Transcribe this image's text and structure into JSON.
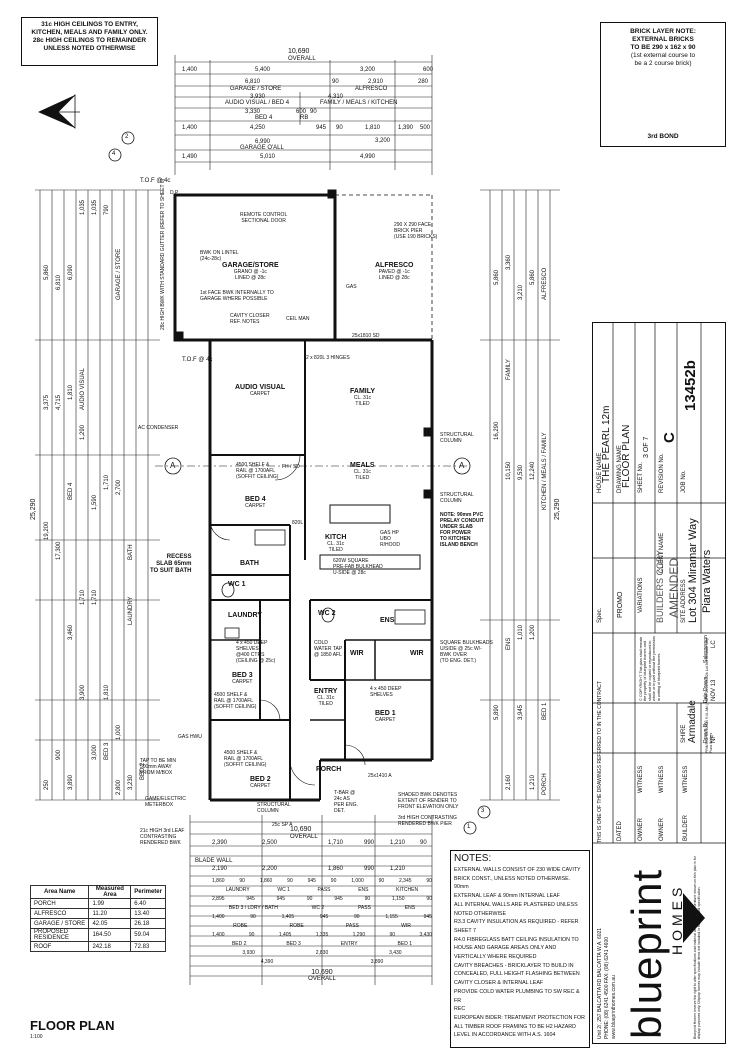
{
  "ceiling_note": [
    "31c HIGH CEILINGS TO ENTRY,",
    "KITCHEN, MEALS AND FAMILY ONLY.",
    "28c HIGH CEILINGS TO REMAINDER",
    "UNLESS NOTED OTHERWISE"
  ],
  "brick_note": {
    "lines": [
      "BRICK LAYER NOTE:",
      "EXTERNAL BRICKS",
      "TO BE 290 x 162 x 90",
      "(1st external course to",
      "be a 2 course brick)"
    ],
    "bond": "3rd BOND"
  },
  "top_dims": {
    "overall": "10,690",
    "overall_label": "OVERALL",
    "row1": [
      "1,400",
      "5,400",
      "3,200",
      "600"
    ],
    "row2": [
      "6,810",
      "90",
      "2,910",
      "280"
    ],
    "row2_labels": [
      "GARAGE / STORE",
      "ALFRESCO"
    ],
    "row3": [
      "3,930",
      "4,310"
    ],
    "row3_labels": [
      "AUDIO VISUAL / BED 4",
      "FAMILY / MEALS / KITCHEN"
    ],
    "row4": [
      "3,330",
      "600",
      "90"
    ],
    "row4_labels": [
      "BED 4",
      "RB"
    ],
    "row5": [
      "1,400",
      "4,250",
      "945",
      "90",
      "1,810",
      "1,390",
      "500"
    ],
    "row6": [
      "3,200"
    ],
    "row7": [
      "6,990"
    ],
    "row7_label": "GARAGE O'ALL",
    "row8": [
      "1,490",
      "5,010",
      "4,990"
    ]
  },
  "bottom_dims": {
    "row1": [
      "2,390",
      "2,500",
      "1,710",
      "990",
      "1,210",
      "90"
    ],
    "row2": [
      "2,190",
      "2,200",
      "1,860",
      "990",
      "1,210"
    ],
    "overall": "10,690",
    "overall_label": "OVERALL",
    "blade_wall": "BLADE WALL",
    "rows": [
      [
        "1,860",
        "90",
        "1,860",
        "90",
        "945",
        "90",
        "1,000",
        "90",
        "2,345",
        "90"
      ],
      [
        "LAUNDRY",
        "WC 1",
        "PASS",
        "ENS",
        "KITCHEN"
      ],
      [
        "2,895",
        "945",
        "945",
        "90",
        "945",
        "90",
        "1,150",
        "90"
      ],
      [
        "BED 3 / LDRY / BATH",
        "WC 2",
        "PASS",
        "ENS"
      ],
      [
        "1,400",
        "90",
        "1,405",
        "945",
        "90",
        "1,155",
        "945"
      ],
      [
        "ROBE",
        "ROBE",
        "PASS",
        "WIR"
      ],
      [
        "1,400",
        "90",
        "1,405",
        "1,335",
        "1,290",
        "90",
        "3,430"
      ],
      [
        "BED 2",
        "BED 3",
        "ENTRY",
        "BED 1"
      ],
      [
        "3,930",
        "2,830",
        "3,430"
      ],
      [
        "4,390",
        "3,890"
      ]
    ],
    "bottom_overall": "10,690",
    "bottom_overall_label": "OVERALL"
  },
  "left_dims": [
    "25,290",
    "19,200",
    "17,300",
    "1,190",
    "5,860",
    "6,810",
    "6,090",
    "1,035",
    "1,035",
    "790",
    "4,715",
    "3,375",
    "1,810",
    "1,290",
    "1,590",
    "1,710",
    "2,700",
    "1,710",
    "1,710",
    "3,460",
    "3,900",
    "3,000",
    "1,810",
    "1,000",
    "2,800",
    "900",
    "250",
    "3,890",
    "3,230"
  ],
  "left_dim_labels": [
    "GARAGE / STORE",
    "AUDIO VISUAL",
    "BED 4",
    "BATH",
    "LAUNDRY",
    "BED 3",
    "BED 2"
  ],
  "right_dims": [
    "25,290",
    "16,290",
    "10,150",
    "12,240",
    "3,360",
    "5,860",
    "3,210",
    "9,530",
    "1,810",
    "1,010",
    "1,200",
    "3,945",
    "5,890",
    "2,160",
    "1,210"
  ],
  "right_dim_labels": [
    "ALFRESCO",
    "KITCHEN / MEALS / FAMILY",
    "FAMILY",
    "ENS",
    "BED 1",
    "PORCH"
  ],
  "rooms": {
    "garage": {
      "name": "GARAGE/STORE",
      "sub": "GRANO @ -1c",
      "sub2": "LINED @ 28c"
    },
    "alfresco": {
      "name": "ALFRESCO",
      "sub": "PAVED @ -1c",
      "sub2": "LINED @ 28c"
    },
    "audio": {
      "name": "AUDIO VISUAL",
      "sub": "CARPET"
    },
    "family": {
      "name": "FAMILY",
      "sub": "CL. 31c",
      "sub2": "TILED"
    },
    "bed4": {
      "name": "BED 4",
      "sub": "CARPET"
    },
    "meals": {
      "name": "MEALS",
      "sub": "CL. 31c",
      "sub2": "TILED"
    },
    "bath": {
      "name": "BATH"
    },
    "kitch": {
      "name": "KITCH",
      "sub": "CL. 31c",
      "sub2": "TILED"
    },
    "wc1": {
      "name": "WC 1"
    },
    "laundry": {
      "name": "LAUNDRY"
    },
    "wc2": {
      "name": "WC 2"
    },
    "ens": {
      "name": "ENS"
    },
    "bed3": {
      "name": "BED 3",
      "sub": "CARPET"
    },
    "wir1": {
      "name": "WIR"
    },
    "wir2": {
      "name": "WIR"
    },
    "entry": {
      "name": "ENTRY",
      "sub": "CL. 31c",
      "sub2": "TILED"
    },
    "bed1": {
      "name": "BED 1",
      "sub": "CARPET"
    },
    "bed2": {
      "name": "BED 2",
      "sub": "CARPET"
    },
    "porch": {
      "name": "PORCH"
    }
  },
  "plan_notes": {
    "sectional_door": [
      "REMOTE CONTROL",
      "SECTIONAL DOOR"
    ],
    "bwk_lintel": [
      "BWK ON LINTEL",
      "(24c-28c)"
    ],
    "face_bwk": [
      "1st FACE BWK INTERNALLY TO",
      "GARAGE WHERE POSSIBLE"
    ],
    "cavity_closer": [
      "CAVITY CLOSER",
      "REF. NOTES"
    ],
    "ceil_man": "CEIL MAN",
    "gas": "GAS",
    "brick_pier": [
      "290 X 290 FACE",
      "BRICK PIER",
      "(USE 190 BRICKS)"
    ],
    "side_wall": "28c HIGH BWK WITH STANDARD GUTTER (REFER TO SHEET 6)",
    "tof_top": "T.O.F @ 4c",
    "tof_mid": "T.O.F @ 4c",
    "dp": "D.P",
    "hinge": "25x1810 SD",
    "hinges": "2 x 820L 3 HINGES",
    "ac_condenser": "AC CONDENSER",
    "structural_column1": [
      "STRUCTURAL",
      "COLUMN"
    ],
    "structural_column2": [
      "STRUCTURAL",
      "COLUMN"
    ],
    "bed4_shelf": [
      "4500 SHELF &",
      "RAIL @ 1700AFL",
      "(SOFFIT CEILING)"
    ],
    "fh_sd": "FH / SD",
    "pvc": [
      "NOTE: 90mm PVC",
      "PRELAY CONDUIT",
      "UNDER SLAB",
      "FOR POWER",
      "TO KITCHEN",
      "ISLAND BENCH"
    ],
    "gas_hp": [
      "GAS HP",
      "UBO",
      "R/HOOD"
    ],
    "bulkhead": [
      "620W SQUARE",
      "PRE-FAB BULKHEAD",
      "U-SIDE @ 28c"
    ],
    "recess": [
      "RECESS",
      "SLAB 65mm",
      "TO SUIT BATH"
    ],
    "cold_water": [
      "COLD",
      "WATER TAP",
      "@ 1850 AFL"
    ],
    "square_bulkheads": [
      "SQUARE BULKHEADS",
      "U/SIDE @ 25c W/-",
      "BWK OVER",
      "(TO ENG. DET.)"
    ],
    "laundry_shelves": [
      "4 x 450 DEEP",
      "SHELVES",
      "@400 CTRS",
      "(CEILING @ 25c)"
    ],
    "bed3_shelf": [
      "4500 SHELF &",
      "RAIL @ 1700AFL",
      "(SOFFIT CEILING)"
    ],
    "wir_shelves": [
      "4 x 450 DEEP",
      "SHELVES"
    ],
    "gas_hwu": "GAS HWU",
    "tap": [
      "TAP TO BE MIN",
      "500mm AWAY",
      "FROM M/BOX"
    ],
    "bed2_shelf": [
      "4500 SHELF &",
      "RAIL @ 1700AFL",
      "(SOFFIT CEILING)"
    ],
    "meterbox": [
      "GAME/ELECTRIC",
      "METERBOX"
    ],
    "structural_column3": [
      "STRUCTURAL",
      "COLUMN"
    ],
    "tbar": [
      "T-BAR @",
      "24c AS",
      "PER ENG.",
      "DET."
    ],
    "shaded": [
      "SHADED BWK DENOTES",
      "EXTENT OF RENDER TO",
      "FRONT ELEVATION ONLY"
    ],
    "contrasting1": [
      "21c HIGH 3rd LEAF",
      "CONTRASTING",
      "RENDERED BWK"
    ],
    "contrasting2": [
      "3rd HIGH CONTRASTING",
      "RENDERED BWK PIER"
    ],
    "sp_a": "25c SP A",
    "porch_dim": "25x1410 A",
    "door_820": "820L",
    "section_a": "A"
  },
  "compass_labels": [
    "2",
    "4",
    "1",
    "3"
  ],
  "area_table": {
    "headers": [
      "Area Name",
      "Measured Area",
      "Perimeter"
    ],
    "rows": [
      [
        "PORCH",
        "1.99",
        "6.40"
      ],
      [
        "ALFRESCO",
        "11.20",
        "13.40"
      ],
      [
        "GARAGE / STORE",
        "42.05",
        "26.18"
      ],
      [
        "PROPOSED RESIDENCE",
        "164.50",
        "59.04"
      ],
      [
        "ROOF",
        "242.18",
        "72.83"
      ]
    ]
  },
  "floor_plan_title": "FLOOR PLAN",
  "floor_plan_scale": "1:100",
  "notes": {
    "title": "NOTES:",
    "lines": [
      "EXTERNAL WALLS CONSIST OF 230 WIDE CAVITY",
      "BRICK CONST., UNLESS NOTED OTHERWISE. 90mm",
      "EXTERNAL LEAF & 90mm INTERNAL LEAF",
      "ALL INTERNAL WALLS ARE PLASTERED UNLESS",
      "NOTED OTHERWISE",
      "R3.3 CAVITY INSULATION AS REQUIRED - REFER",
      "SHEET 7",
      "R4.0 FIBREGLASS BATT CEILING INSULATION TO",
      "HOUSE AND GARAGE AREAS ONLY AND",
      "VERTICALLY WHERE REQUIRED",
      "CAVITY BREACHES - BRICKLAYER TO BUILD IN",
      "CONCEALED, FULL HEIGHT FLASHING BETWEEN",
      "CAVITY CLOSER & INTERNAL LEAF",
      "PROVIDE COLD WATER PLUMBING TO SW REC & FR",
      "REC",
      "EUROPEAN BIDER: TREATMENT PROTECTION FOR",
      "ALL TIMBER ROOF FRAMING TO BE H2 HAZARD",
      "LEVEL IN ACCORDANCE WITH A.S. 1604"
    ]
  },
  "title_block": {
    "contract_note": "THIS IS ONE OF THE DRAWINGS REFERRED TO IN THE CONTRACT",
    "dated": "DATED",
    "owner": "OWNER",
    "witness": "WITNESS",
    "builder": "BUILDER",
    "house_name_label": "HOUSE NAME",
    "house_name": "THE PEARL 12m",
    "drawing_name_label": "DRAWING NAME",
    "drawing_name": "FLOOR PLAN",
    "sheet_label": "SHEET No.",
    "sheet": "3 OF 7",
    "revision_label": "REVISION No.",
    "revision": "C",
    "job_label": "JOB No.",
    "job": "13452b",
    "variations": "VARIATIONS",
    "client_name": "CLIENT NAME",
    "promo": "PROMO",
    "spec": "Spec.",
    "builders_copy": "BUILDERS COPY",
    "amended": "AMENDED",
    "site_address_label": "SITE ADDRESS",
    "site_address_1": "Lot 304 Miramar Way",
    "site_address_2": "Piara Waters",
    "shire_label": "SHIRE",
    "shire": "Armadale",
    "drawn_by_label": "Drawn By",
    "drawn_by": "NF",
    "date_label": "Date Drawn",
    "date": "NOV 13",
    "salesperson_label": "Salesperson",
    "salesperson": "LC",
    "copyright": "© COPYRIGHT This plan shall remain the property of blueprint homes and shall not be copied or reproduced in whole or in part without the permission in writing of blueprint homes.",
    "printed": "PRINTED: 20/1/2014 9:41 AM | PATH: 2014\\13452b Lot 304 Miramar Way Piara Waters",
    "brand_name": "blueprint",
    "brand_sub": "HOMES",
    "address": "Unit 2/, 257 BALCATTA RD BALCATTA W.A. 6021",
    "phone": "PHONE: (08) 6241 4500  FAX: (08) 6241 4600",
    "web": "www.blueprinthomes.com.au",
    "disclaimer": "Blueprint Homes reserve the right to alter specifications and material without notice. Furniture shown on this plan is for display purposes only. Display homes may include items not included in the standard specification."
  }
}
